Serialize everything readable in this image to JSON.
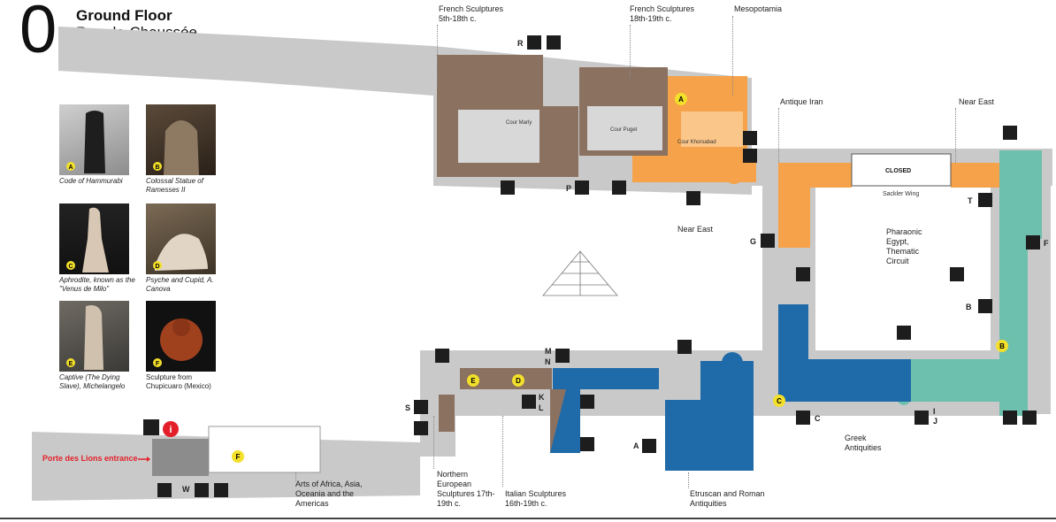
{
  "header": {
    "floor_number": "0",
    "title": "Ground Floor",
    "subtitle": "Rez-de-Chaussée"
  },
  "highlights": [
    {
      "letter": "A",
      "caption": "Code of Hammurabi"
    },
    {
      "letter": "B",
      "caption": "Colossal Statue of Ramesses II"
    },
    {
      "letter": "C",
      "caption": "Aphrodite, known as the \"Venus de Milo\""
    },
    {
      "letter": "D",
      "caption": "Psyche and Cupid, A. Canova"
    },
    {
      "letter": "E",
      "caption": "Captive (The Dying Slave), Michelangelo"
    },
    {
      "letter": "F",
      "caption": "Sculpture from Chupicuaro (Mexico)"
    }
  ],
  "sections": {
    "french_5_18": "French Sculptures 5th-18th c.",
    "french_18_19": "French Sculptures 18th-19th c.",
    "mesopotamia": "Mesopotamia",
    "antique_iran": "Antique Iran",
    "near_east_top": "Near East",
    "near_east_mid": "Near East",
    "pharaonic": "Pharaonic Egypt, Thematic Circuit",
    "greek": "Greek Antiquities",
    "etruscan": "Etruscan and Roman Antiquities",
    "italian": "Italian Sculptures 16th-19th c.",
    "northern": "Northern European Sculptures 17th-19th c.",
    "africa": "Arts of Africa, Asia, Oceania and the Americas",
    "entrance": "Porte des Lions entrance",
    "closed": "CLOSED",
    "sackler": "Sackler Wing",
    "cour_marly": "Cour Marly",
    "cour_puget": "Cour Puget",
    "cour_khorsabad": "Cour Khorsabad"
  },
  "access_letters": [
    "R",
    "P",
    "G",
    "T",
    "F",
    "B",
    "C",
    "I",
    "J",
    "A",
    "M",
    "N",
    "S",
    "K",
    "L",
    "W"
  ],
  "colors": {
    "french_sculpture": "#8b7160",
    "near_east": "#f5a24a",
    "egypt": "#6dbfae",
    "greek_roman": "#1f6aa8",
    "corridor": "#c9c9c9",
    "highlight_marker": "#f3e02b",
    "info_red": "#e3202a"
  }
}
